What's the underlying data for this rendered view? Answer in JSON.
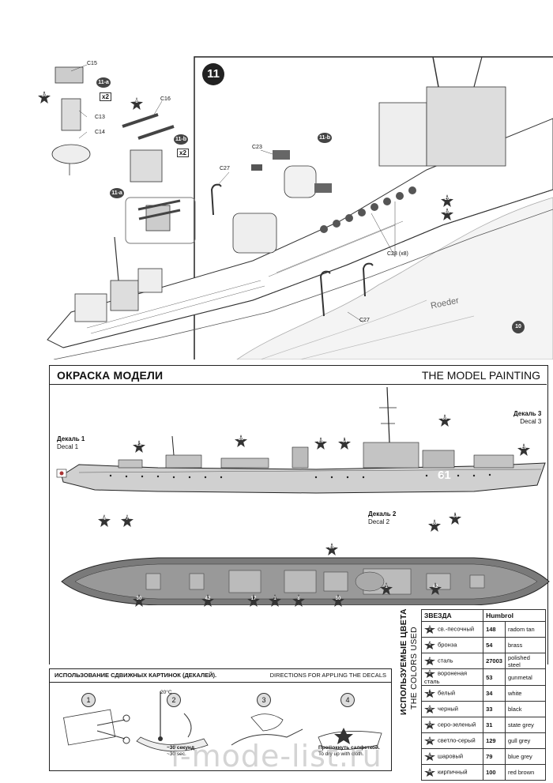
{
  "assembly": {
    "step_number": "11",
    "parts_left": {
      "c15": "C15",
      "c13": "C13",
      "c14": "C14",
      "c16": "C16",
      "ref_11a": "11-a",
      "ref_11b": "11-b",
      "x2a": "x2",
      "x2b": "x2",
      "star30": "30",
      "star8": "8",
      "ref_11a_bottom": "11-a"
    },
    "parts_main": {
      "c23": "C23",
      "c27a": "C27",
      "c27b": "C27",
      "c28": "C28 (x8)",
      "ref_11b": "11-b",
      "star20": "20",
      "star30": "30",
      "ref_10": "10",
      "hull_text": "Roeder"
    }
  },
  "painting": {
    "title_ru": "ОКРАСКА МОДЕЛИ",
    "title_en": "THE MODEL PAINTING",
    "decal1_ru": "Декаль 1",
    "decal1_en": "Decal 1",
    "decal2_ru": "Декаль 2",
    "decal2_en": "Decal 2",
    "decal3_ru": "Декаль 3",
    "decal3_en": "Decal 3",
    "hull_number": "61",
    "side_stars": [
      "22",
      "30",
      "20",
      "44",
      "30",
      "20",
      "4",
      "7",
      "44"
    ],
    "top_stars": [
      "20",
      "30",
      "30",
      "42",
      "17",
      "1",
      "8",
      "30",
      "1",
      "42"
    ]
  },
  "colors": {
    "vertical_ru": "ИСПОЛЬЗУЕМЫЕ ЦВЕТА",
    "vertical_en": "THE COLORS USED",
    "header_zvezda": "ЗВЕЗДА",
    "header_humbrol": "Humbrol",
    "rows": [
      {
        "num": "1",
        "name_ru": "св.-песочный",
        "code": "148",
        "name_en": "radom tan"
      },
      {
        "num": "4",
        "name_ru": "бронза",
        "code": "54",
        "name_en": "brass"
      },
      {
        "num": "7",
        "name_ru": "сталь",
        "code": "27003",
        "name_en": "polished steel"
      },
      {
        "num": "8",
        "name_ru": "вороненая сталь",
        "code": "53",
        "name_en": "gunmetal"
      },
      {
        "num": "17",
        "name_ru": "белый",
        "code": "34",
        "name_en": "white"
      },
      {
        "num": "20",
        "name_ru": "черный",
        "code": "33",
        "name_en": "black"
      },
      {
        "num": "22",
        "name_ru": "серо-зеленый",
        "code": "31",
        "name_en": "state grey"
      },
      {
        "num": "30",
        "name_ru": "светло-серый",
        "code": "129",
        "name_en": "gull grey"
      },
      {
        "num": "42",
        "name_ru": "шаровый",
        "code": "79",
        "name_en": "blue grey"
      },
      {
        "num": "44",
        "name_ru": "кирпичный",
        "code": "100",
        "name_en": "red brown"
      }
    ]
  },
  "decals": {
    "title_ru": "ИСПОЛЬЗОВАНИЕ СДВИЖНЫХ КАРТИНОК (ДЕКАЛЕЙ).",
    "title_en": "DIRECTIONS FOR APPLING THE DECALS",
    "steps": [
      "1",
      "2",
      "3",
      "4"
    ],
    "temp": "20°C",
    "time_ru": "~30 секунд.",
    "time_en": "~30 sec.",
    "blot_ru": "Промокнуть салфеткой.",
    "blot_en": "To dry up with cloth."
  },
  "watermark": "i-mode-list.ru"
}
